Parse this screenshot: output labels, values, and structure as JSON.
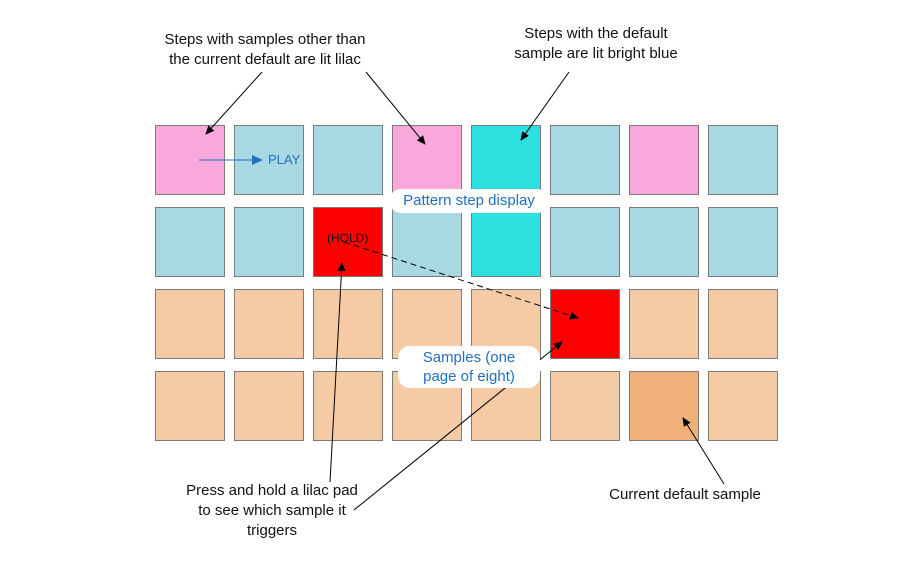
{
  "colors": {
    "lilac": "#f9a8dc",
    "light_blue": "#a8d8e2",
    "bright_blue": "#2de0e0",
    "red": "#ff0000",
    "peach": "#f5cba6",
    "orange": "#efb07a",
    "label_blue": "#1f70c0"
  },
  "grid": {
    "rows": [
      [
        "lilac",
        "light_blue",
        "light_blue",
        "lilac",
        "bright_blue",
        "light_blue",
        "lilac",
        "light_blue"
      ],
      [
        "light_blue",
        "light_blue",
        "red",
        "light_blue",
        "bright_blue",
        "light_blue",
        "light_blue",
        "light_blue"
      ],
      [
        "peach",
        "peach",
        "peach",
        "peach",
        "peach",
        "red",
        "peach",
        "peach"
      ],
      [
        "peach",
        "peach",
        "peach",
        "peach",
        "peach",
        "peach",
        "orange",
        "peach"
      ]
    ]
  },
  "labels": {
    "play": "PLAY",
    "hold": "(HOLD)",
    "pattern_step_display": "Pattern step display",
    "samples_line1": "Samples (one",
    "samples_line2": "page of eight)"
  },
  "annotations": {
    "lilac_steps": [
      "Steps with samples other than",
      "the current default are lit lilac"
    ],
    "default_steps": [
      "Steps with the default",
      "sample are lit bright blue"
    ],
    "press_hold": [
      "Press and hold a lilac pad",
      "to see which sample it",
      "triggers"
    ],
    "current_default": [
      "Current default sample"
    ]
  }
}
